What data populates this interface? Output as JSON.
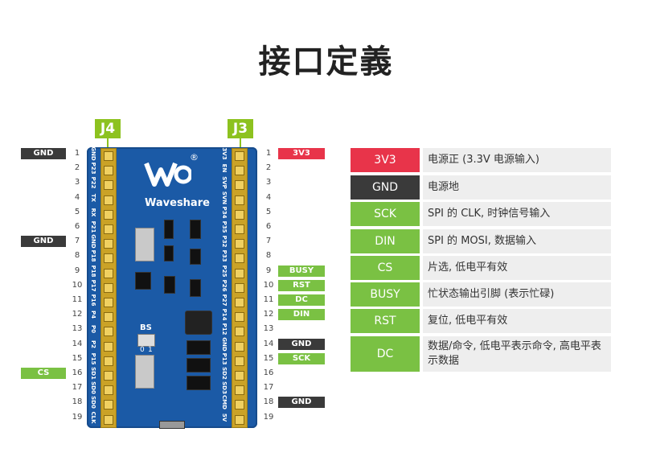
{
  "title": "接口定義",
  "headers": {
    "left": "J4",
    "right": "J3"
  },
  "left_pin_numbers": [
    "1",
    "2",
    "3",
    "4",
    "5",
    "6",
    "7",
    "8",
    "9",
    "10",
    "11",
    "12",
    "13",
    "14",
    "15",
    "16",
    "17",
    "18",
    "19"
  ],
  "right_pin_numbers": [
    "1",
    "2",
    "3",
    "4",
    "5",
    "6",
    "7",
    "8",
    "9",
    "10",
    "11",
    "12",
    "13",
    "14",
    "15",
    "16",
    "17",
    "18",
    "19"
  ],
  "left_labels": [
    {
      "pin": 1,
      "text": "GND"
    },
    {
      "pin": 7,
      "text": "GND"
    },
    {
      "pin": 16,
      "text": "CS"
    }
  ],
  "right_labels": [
    {
      "pin": 1,
      "text": "3V3"
    },
    {
      "pin": 9,
      "text": "BUSY"
    },
    {
      "pin": 10,
      "text": "RST"
    },
    {
      "pin": 11,
      "text": "DC"
    },
    {
      "pin": 12,
      "text": "DIN"
    },
    {
      "pin": 14,
      "text": "GND"
    },
    {
      "pin": 15,
      "text": "SCK"
    },
    {
      "pin": 18,
      "text": "GND"
    }
  ],
  "left_silk": [
    "GND",
    "P23",
    "P22",
    "TX",
    "RX",
    "P21",
    "GND",
    "P18",
    "P18",
    "P17",
    "P16",
    "P4",
    "P0",
    "P2",
    "P15",
    "SD1",
    "SD0",
    "SD0",
    "CLK"
  ],
  "right_silk": [
    "3V3",
    "EN",
    "SVP",
    "SVN",
    "P34",
    "P35",
    "P32",
    "P33",
    "P25",
    "P26",
    "P27",
    "P14",
    "P12",
    "GND",
    "P13",
    "SD2",
    "SD3",
    "CMD",
    "5V"
  ],
  "board": {
    "logo_text": "Waveshare",
    "bs_label": "BS",
    "bs_0": "0",
    "bs_1": "1"
  },
  "legend": [
    {
      "name": "3V3",
      "desc": "电源正 (3.3V 电源输入)"
    },
    {
      "name": "GND",
      "desc": "电源地"
    },
    {
      "name": "SCK",
      "desc": "SPI 的 CLK, 时钟信号输入"
    },
    {
      "name": "DIN",
      "desc": "SPI 的 MOSI, 数据输入"
    },
    {
      "name": "CS",
      "desc": "片选, 低电平有效"
    },
    {
      "name": "BUSY",
      "desc": "忙状态输出引脚 (表示忙碌)"
    },
    {
      "name": "RST",
      "desc": "复位, 低电平有效"
    },
    {
      "name": "DC",
      "desc": "数据/命令, 低电平表示命令, 高电平表示数据"
    }
  ],
  "colors": {
    "red": "#e8344a",
    "dark": "#3a3a3a",
    "green": "#7ac143",
    "header_green": "#8dc21f",
    "board_blue": "#1b5aa6"
  }
}
